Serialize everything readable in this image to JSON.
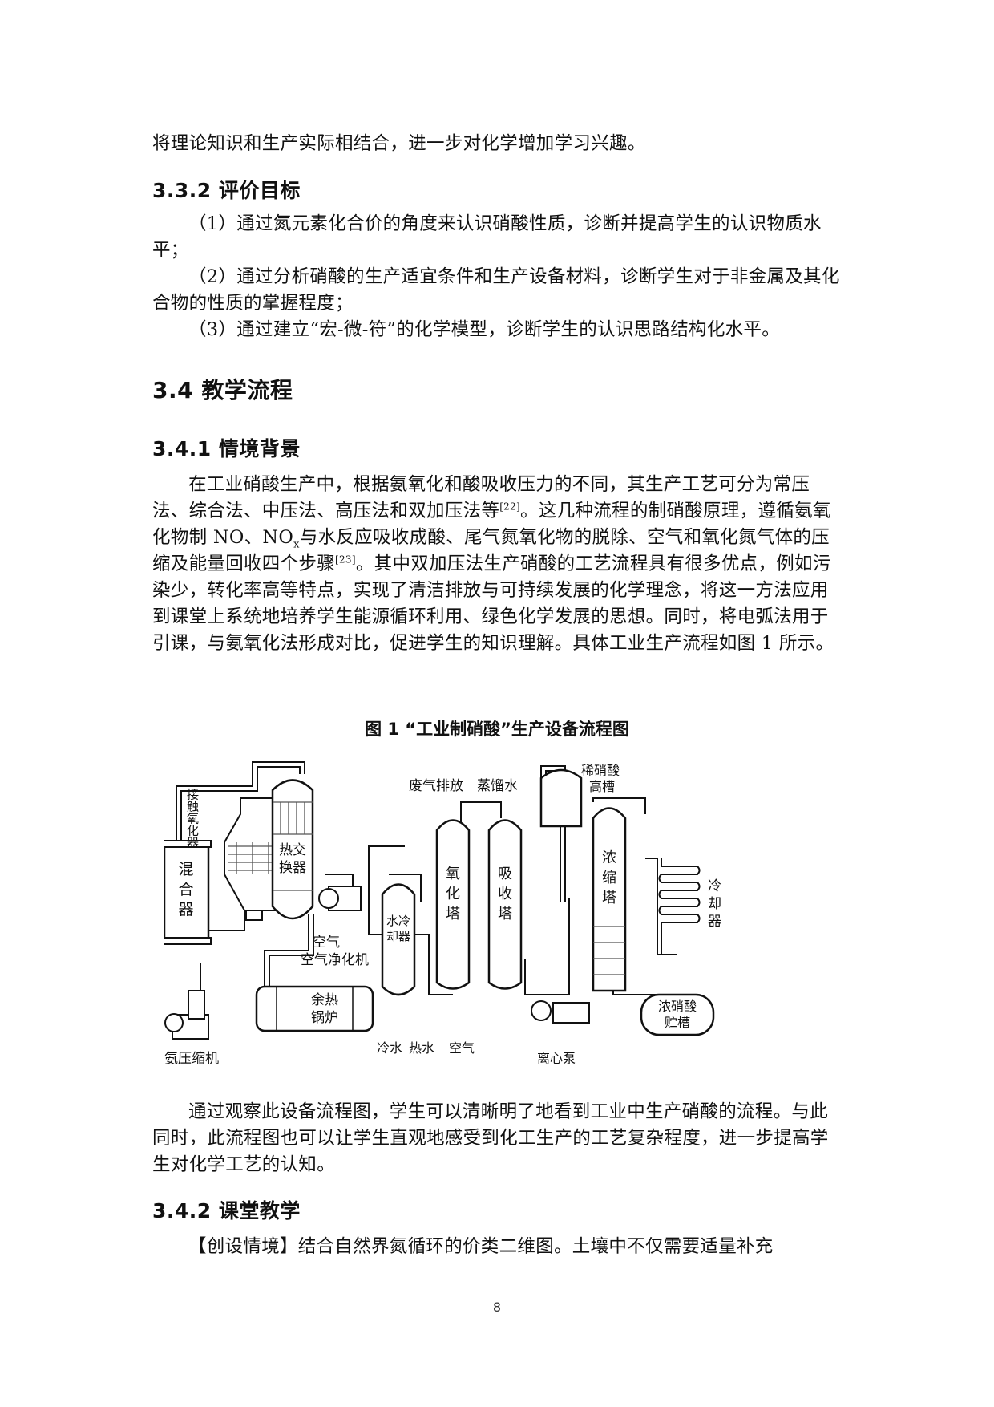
{
  "intro_line": "将理论知识和生产实际相结合，进一步对化学增加学习兴趣。",
  "section_332": {
    "title": "3.3.2 评价目标",
    "items": [
      "（1）通过氮元素化合价的角度来认识硝酸性质，诊断并提高学生的认识物质水平；",
      "（2）通过分析硝酸的生产适宜条件和生产设备材料，诊断学生对于非金属及其化合物的性质的掌握程度；",
      "（3）通过建立“宏-微-符”的化学模型，诊断学生的认识思路结构化水平。"
    ]
  },
  "section_34": {
    "title": "3.4 教学流程"
  },
  "section_341": {
    "title": "3.4.1 情境背景",
    "p1_a": "在工业硝酸生产中，根据氨氧化和酸吸收压力的不同，其生产工艺可分为常压法、综合法、中压法、高压法和双加压法等",
    "ref22": "[22]",
    "p1_b": "。这几种流程的制硝酸原理，遵循氨氧化物制 NO、NO",
    "sub_x": "x",
    "p1_c": "与水反应吸收成酸、尾气氮氧化物的脱除、空气和氧化氮气体的压缩及能量回收四个步骤",
    "ref23": "[23]",
    "p1_d": "。其中双加压法生产硝酸的工艺流程具有很多优点，例如污染少，转化率高等特点，实现了清洁排放与可持续发展的化学理念，将这一方法应用到课堂上系统地培养学生能源循环利用、绿色化学发展的思想。同时，将电弧法用于引课，与氨氧化法形成对比，促进学生的知识理解。具体工业生产流程如图 1 所示。"
  },
  "figure": {
    "caption": "图 1 “工业制硝酸”生产设备流程图",
    "labels": {
      "contact_oxidizer": "接触氧化器",
      "mixer": "混合器",
      "heat_exchanger": "热交换器",
      "ammonia_compressor": "氨压缩机",
      "air_purifier": "空气净化机",
      "waste_heat_boiler": "余热锅炉",
      "water_cooler": "水冷却器",
      "oxidation_tower": "氧化塔",
      "absorption_tower": "吸收塔",
      "exhaust": "废气排放",
      "distilled_water": "蒸馏水",
      "dilute_tank": "稀硝酸高槽",
      "concentration_tower": "浓缩塔",
      "cooler": "冷却器",
      "conc_storage": "浓硝酸贮槽",
      "centrifugal_pump": "离心泵",
      "cold_water": "冷水",
      "hot_water": "热水",
      "air": "空气"
    }
  },
  "after_figure": "通过观察此设备流程图，学生可以清晰明了地看到工业中生产硝酸的流程。与此同时，此流程图也可以让学生直观地感受到化工生产的工艺复杂程度，进一步提高学生对化学工艺的认知。",
  "section_342": {
    "title": "3.4.2 课堂教学",
    "p1": "【创设情境】结合自然界氮循环的价类二维图。土壤中不仅需要适量补充"
  },
  "page_number": "8"
}
